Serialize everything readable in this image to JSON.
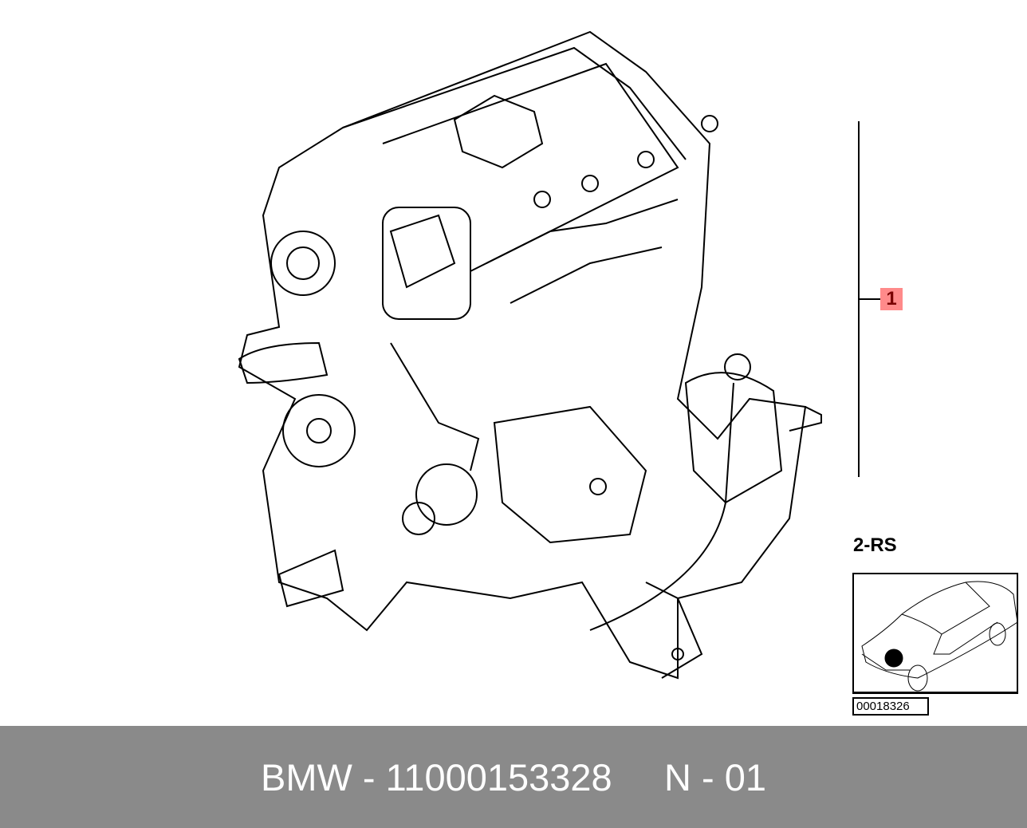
{
  "callout": {
    "label": "1",
    "color": "#ff8a8a"
  },
  "variant": "2-RS",
  "image_id": "00018326",
  "footer": {
    "brand": "BMW",
    "separator": " - ",
    "part_number": "11000153328",
    "gap": "     ",
    "position": "N - 01"
  }
}
